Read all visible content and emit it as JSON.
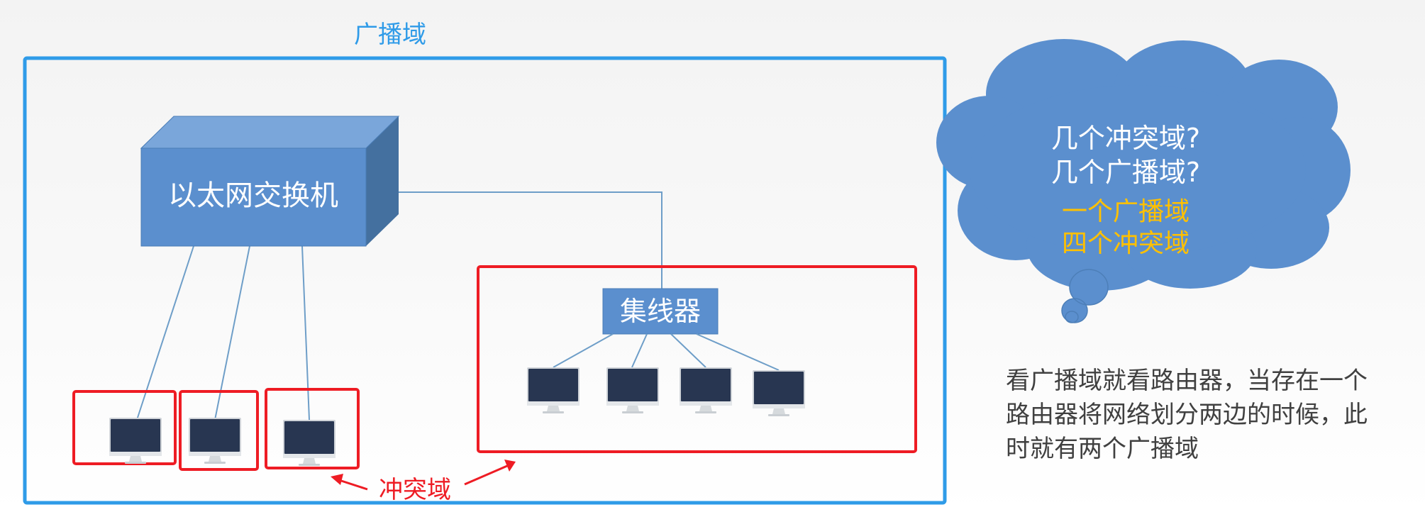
{
  "broadcast_domain_label": "广播域",
  "switch_label": "以太网交换机",
  "hub_label": "集线器",
  "collision_domain_label": "冲突域",
  "cloud": {
    "question_1": "几个冲突域?",
    "question_2": "几个广播域?",
    "answer_1": "一个广播域",
    "answer_2": "四个冲突域"
  },
  "note": {
    "line_1": "看广播域就看路由器，当存在一个",
    "line_2": "路由器将网络划分两边的时候，此",
    "line_3": "时就有两个广播域"
  },
  "colors": {
    "broadcast_blue": "#2f9be8",
    "collision_red": "#ee1c24",
    "device_blue": "#5b8fce",
    "answer_yellow": "#ffc000",
    "note_text": "#404040"
  }
}
